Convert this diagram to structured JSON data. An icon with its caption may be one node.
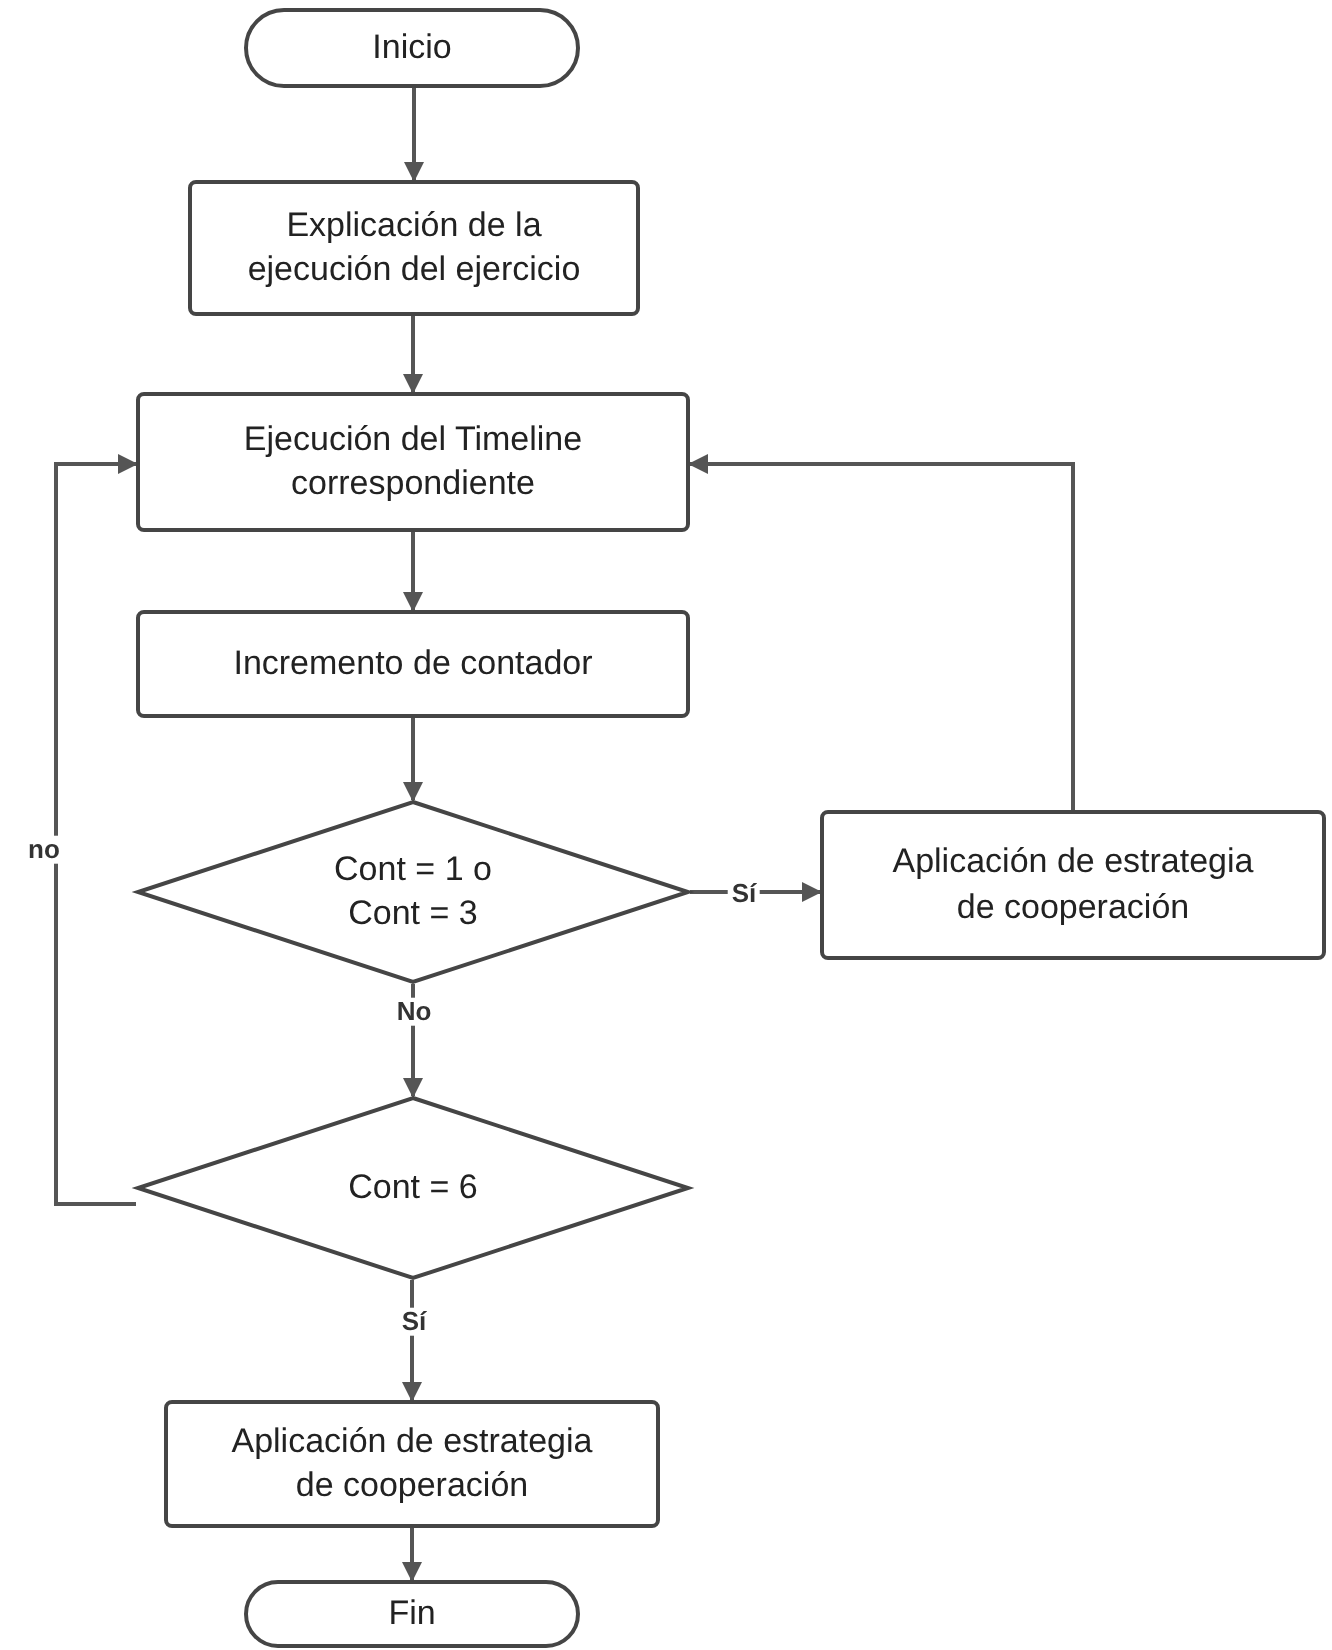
{
  "diagram": {
    "nodes": [
      {
        "text": [
          "Inicio"
        ]
      },
      {
        "text": [
          "Explicación de la ejecución del ejercicio"
        ]
      },
      {
        "text": [
          "Ejecución del Timeline correspondiente"
        ]
      },
      {
        "text": [
          "Incremento de contador"
        ]
      },
      {
        "text": [
          "Cont = 1 o Cont = 3"
        ]
      },
      {
        "text": [
          "Aplicación de estrategia de cooperación"
        ]
      },
      {
        "text": [
          "Cont = 6"
        ]
      },
      {
        "text": [
          "Aplicación de estrategia de cooperación"
        ]
      },
      {
        "text": [
          "Fin"
        ]
      }
    ],
    "edges": [
      {
        "from": 0,
        "to": 1,
        "arrow": "to"
      },
      {
        "from": 1,
        "to": 2,
        "arrow": "to"
      },
      {
        "from": 2,
        "to": 3,
        "arrow": "to"
      },
      {
        "from": 3,
        "to": 4,
        "arrow": "to"
      },
      {
        "from": 4,
        "to": 5,
        "arrow": "to",
        "label": "Sí"
      },
      {
        "from": 4,
        "to": 6,
        "arrow": "to",
        "label": "No"
      },
      {
        "from": 6,
        "to": 2,
        "arrow": "to",
        "label": "no"
      },
      {
        "from": 5,
        "to": 2,
        "arrow": "to"
      },
      {
        "from": 6,
        "to": 7,
        "arrow": "to",
        "label": "Sí"
      },
      {
        "from": 7,
        "to": 8,
        "arrow": "to"
      }
    ]
  }
}
